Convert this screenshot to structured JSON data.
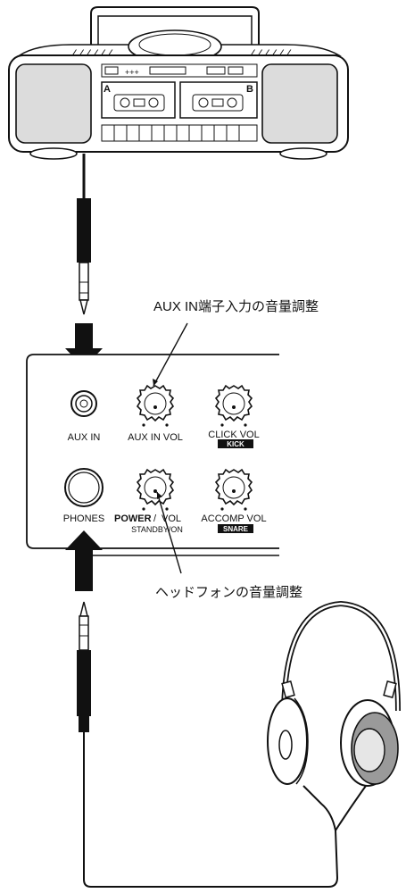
{
  "annotations": {
    "aux_in_volume_note": "AUX IN端子入力の音量調整",
    "headphone_volume_note": "ヘッドフォンの音量調整"
  },
  "panel": {
    "aux_in": "AUX IN",
    "aux_in_vol": "AUX IN VOL",
    "click_vol": "CLICK VOL",
    "kick": "KICK",
    "phones": "PHONES",
    "power": "POWER",
    "power_vol": "VOL",
    "standby_on": "STANDBY/ON",
    "accomp_vol": "ACCOMP VOL",
    "snare": "SNARE"
  },
  "cassette": {
    "deck_a": "A",
    "deck_b": "B"
  }
}
